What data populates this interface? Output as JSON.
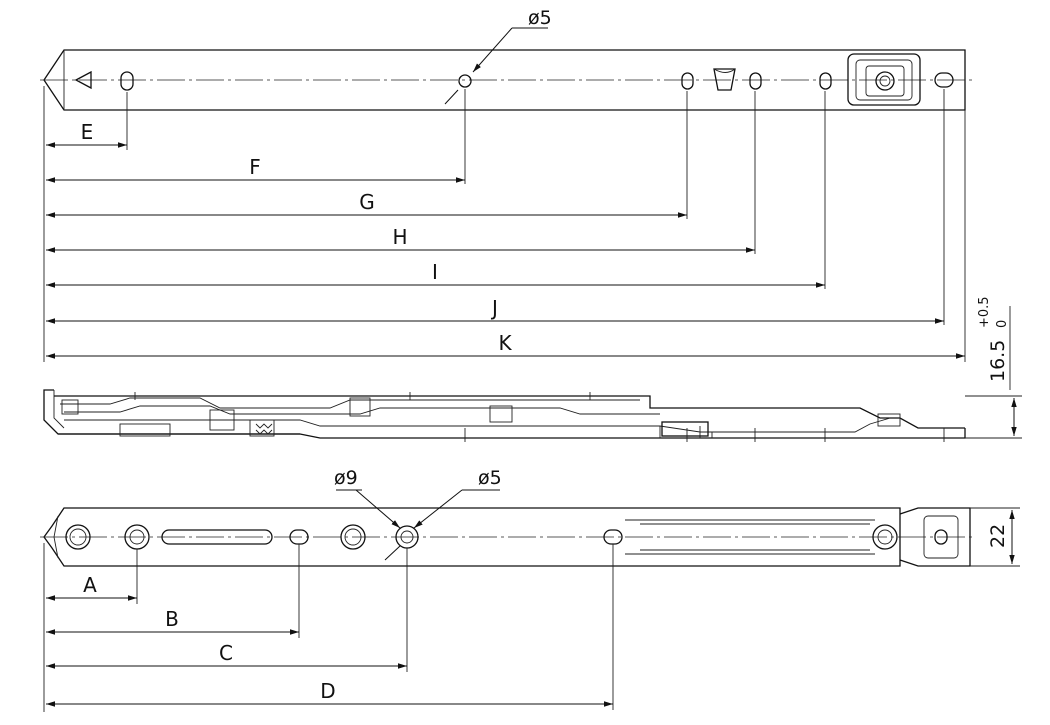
{
  "drawing": {
    "top_view": {
      "hole_callout": "ø5",
      "dimensions": [
        "E",
        "F",
        "G",
        "H",
        "I",
        "J",
        "K"
      ],
      "height_label": "16.5",
      "tolerance_upper": "+0.5",
      "tolerance_lower": "0"
    },
    "bottom_view": {
      "pivot_callout_large": "ø9",
      "pivot_callout_small": "ø5",
      "dimensions": [
        "A",
        "B",
        "C",
        "D"
      ],
      "height_label": "22"
    }
  }
}
